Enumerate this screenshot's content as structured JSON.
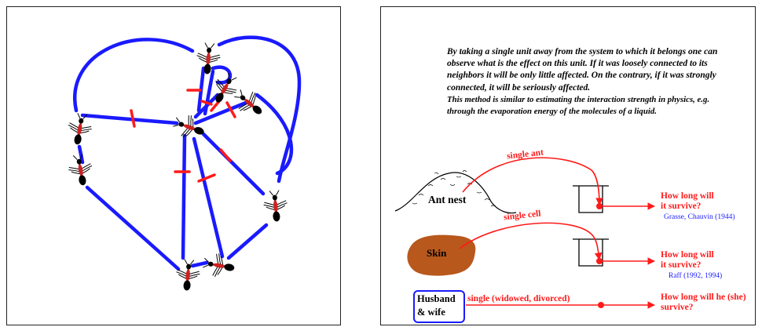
{
  "paragraph": {
    "main": "By taking a single unit away from the system to which it belongs one can observe what is the effect on this unit. If it was loosely connected to its neighbors it will be only little affected. On the contrary, if it was strongly connected, it will be seriously affected.",
    "secondary": "This method is similar to estimating the interaction strength in physics, e.g. through the evaporation energy of the molecules of a liquid."
  },
  "rows": [
    {
      "source": "Ant nest",
      "arrow_label": "single ant",
      "question_line1": "How long will",
      "question_line2": "it survive?",
      "reference": "Grasse, Chauvin (1944)"
    },
    {
      "source": "Skin",
      "arrow_label": "single cell",
      "question_line1": "How long will",
      "question_line2": "it survive?",
      "reference": "Raff (1992, 1994)"
    },
    {
      "source_line1": "Husband",
      "source_line2": "& wife",
      "arrow_label": "single (widowed, divorced)",
      "question": "How long will he (she) survive?"
    }
  ],
  "colors": {
    "link": "#1a1aff",
    "cut": "#ff1a1a",
    "arrow": "#ff1a1a",
    "skin": "#b8581c",
    "ant_body": "#000000",
    "ant_thorax": "#cc2222",
    "reference": "#1a1aff"
  }
}
